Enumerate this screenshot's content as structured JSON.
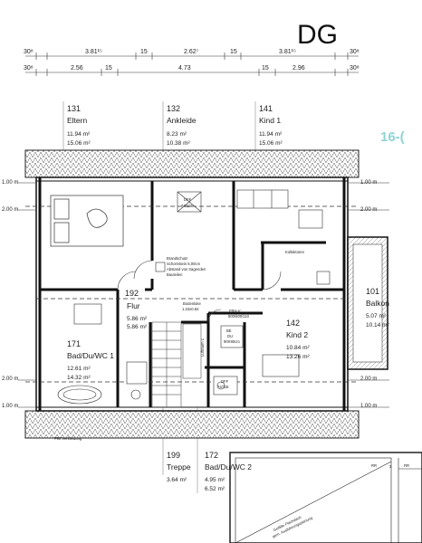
{
  "title": "DG",
  "side_label": "16-(",
  "dims_top_row": [
    "30⁸",
    "3.81¹⁵",
    "15",
    "2.62⁷",
    "15",
    "3.81¹⁵",
    "30⁸"
  ],
  "dims_second_row": [
    "30⁸",
    "2.56",
    "15",
    "4.73",
    "15",
    "2.96",
    "30⁸"
  ],
  "levels_left": [
    "1.00 m",
    "2.00 m",
    "2.00 m",
    "1.00 m"
  ],
  "levels_right": [
    "1.00 m",
    "2.00 m",
    "2.00 m",
    "1.00 m"
  ],
  "rooms": [
    {
      "num": "131",
      "name": "Eltern",
      "area1": "11.94 m²",
      "area2": "15.06 m²"
    },
    {
      "num": "132",
      "name": "Ankleide",
      "area1": "8.23 m²",
      "area2": "10.38 m²"
    },
    {
      "num": "141",
      "name": "Kind 1",
      "area1": "11.94 m²",
      "area2": "15.06 m²"
    },
    {
      "num": "192",
      "name": "Flur",
      "area1": "5.86 m²",
      "area2": "5.86 m²"
    },
    {
      "num": "142",
      "name": "Kind 2",
      "area1": "10.84 m²",
      "area2": "13.26 m²"
    },
    {
      "num": "101",
      "name": "Balkon",
      "area1": "5.07 m²",
      "area2": "10.14 m²"
    },
    {
      "num": "171",
      "name": "Bad/Du/WC 1",
      "area1": "12.61 m²",
      "area2": "14.32 m²"
    },
    {
      "num": "199",
      "name": "Treppe",
      "area1": "3.64 m²"
    },
    {
      "num": "172",
      "name": "Bad/Du/WC 2",
      "area1": "4.95 m²",
      "area2": "6.52 m²"
    }
  ],
  "annotations": {
    "dff1": "DFF",
    "dff1_size": "74/118",
    "brandschutz1": "Brandschutz",
    "brandschutz2": "Schornstein 5.00cm",
    "brandschutz3": "Abstand von tragenden",
    "brandschutz4": "Bauteilen",
    "kollektoren": "Kollektoren",
    "bodenluke1": "Bodenluke",
    "bodenluke2": "1.22x0.62",
    "fbhv1": "FBH-V",
    "fbhv2": "800/600/110",
    "luftraum": "Luftraum 1",
    "be_du_1": "BE",
    "be_du_2": "DU",
    "be_du_3": "90X90cm",
    "dff2": "DFF",
    "dff2_size": "74/118",
    "f90": "F90 Verkleidung",
    "sigma": "Σ",
    "rr": "RR",
    "gef1": "Gefälle Flachdach",
    "gef2": "gem. Ausführungsplanung"
  }
}
